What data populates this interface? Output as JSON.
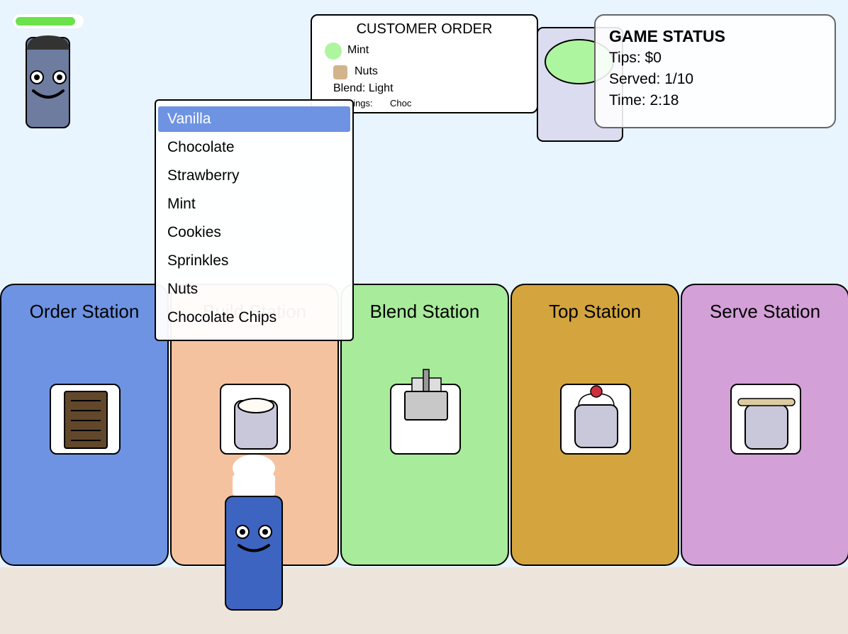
{
  "customer_patience": {
    "fraction": 1.0,
    "color": "#6ae24a"
  },
  "customer_order": {
    "title": "CUSTOMER ORDER",
    "flavor": {
      "label": "Mint",
      "color": "#aef5a0"
    },
    "mixin": {
      "label": "Nuts",
      "color": "#d2b48c"
    },
    "blend": "Blend: Light",
    "toppings_label": "Toppings:",
    "toppings_value": "Choc"
  },
  "game_status": {
    "title": "GAME STATUS",
    "tips": "Tips: $0",
    "served": "Served: 1/10",
    "time": "Time: 2:18"
  },
  "flavor_dropdown": {
    "selected": "Vanilla",
    "options": [
      "Vanilla",
      "Chocolate",
      "Strawberry",
      "Mint",
      "Cookies",
      "Sprinkles",
      "Nuts",
      "Chocolate Chips"
    ]
  },
  "stations": [
    {
      "name": "Order Station",
      "color": "#6e93e3",
      "icon": "ticket-icon"
    },
    {
      "name": "Build Station",
      "color": "#f5c2a0",
      "icon": "cup-icon"
    },
    {
      "name": "Blend Station",
      "color": "#a8eb9b",
      "icon": "blender-icon"
    },
    {
      "name": "Top Station",
      "color": "#d4a53e",
      "icon": "topped-cup-icon"
    },
    {
      "name": "Serve Station",
      "color": "#d4a0d8",
      "icon": "lidded-cup-icon"
    }
  ]
}
